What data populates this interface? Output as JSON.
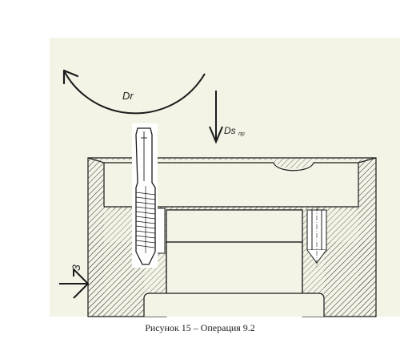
{
  "figure": {
    "caption": "Рисунок 15 – Операция 9.2",
    "labels": {
      "rotation": "Dr",
      "feed_main": "Ds",
      "feed_sub": "пр",
      "datum_mark": "3"
    }
  },
  "colors": {
    "paper": "#f3f3e6",
    "line": "#1a1a1a",
    "tool_highlight": "#ffffff"
  }
}
